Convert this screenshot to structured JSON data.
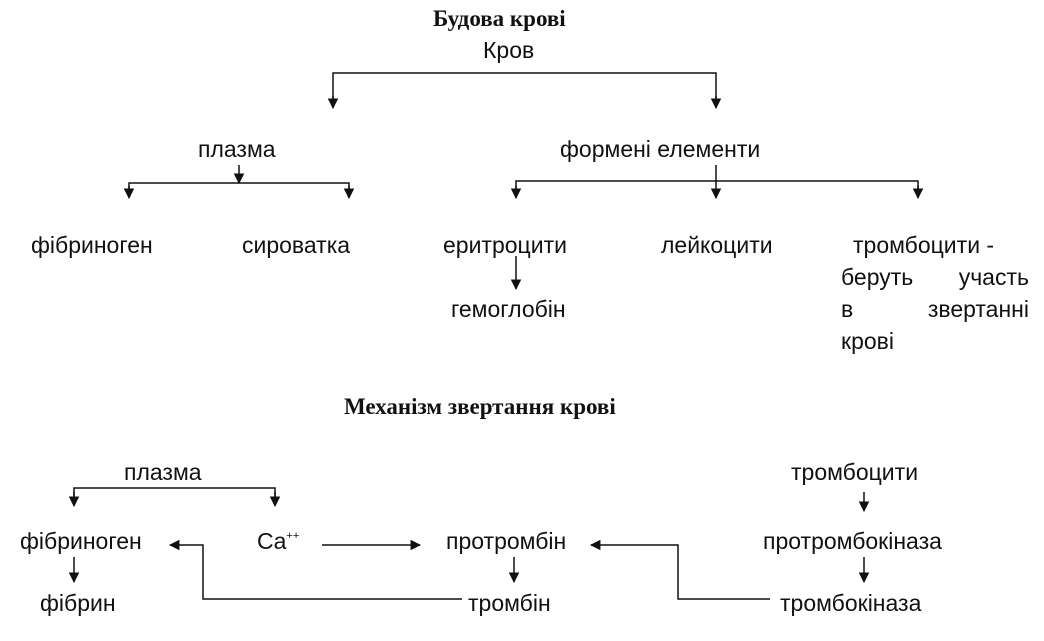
{
  "structure": {
    "title": "Будова крові",
    "root": "Кров",
    "plasma": "плазма",
    "formed": "формені елементи",
    "fibrinogen": "фібриноген",
    "serum": "сироватка",
    "erythrocytes": "еритроцити",
    "hemoglobin": "гемоглобін",
    "leukocytes": "лейкоцити",
    "platelets_line1": "тромбоцити -",
    "platelets_line2": "беруть участь",
    "platelets_line3": "в звертанні",
    "platelets_line4": "крові"
  },
  "mechanism": {
    "title": "Механізм звертання крові",
    "plasma": "плазма",
    "fibrinogen": "фібриноген",
    "ca": "Ca",
    "ca_charge": "++",
    "fibrin": "фібрин",
    "prothrombin": "протромбін",
    "thrombin": "тромбін",
    "platelets": "тромбоцити",
    "prothrombokinase": "протромбокіназа",
    "thrombokinase": "тромбокіназа"
  }
}
